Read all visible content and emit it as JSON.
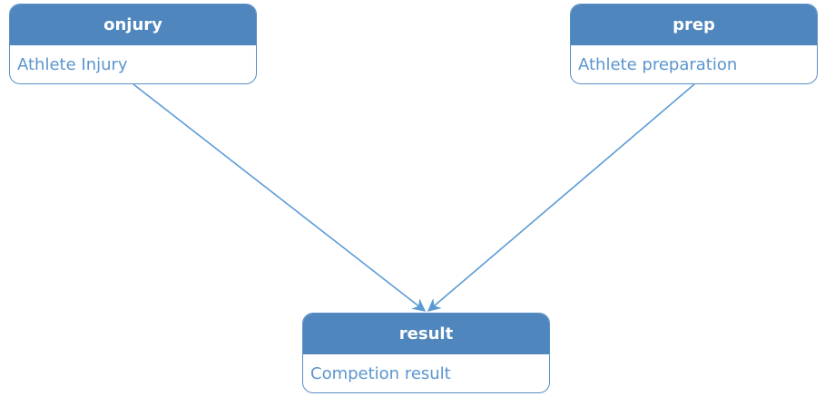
{
  "nodes": {
    "onjury": {
      "name": "onjury",
      "description": "Athlete Injury"
    },
    "prep": {
      "name": "prep",
      "description": "Athlete preparation"
    },
    "result": {
      "name": "result",
      "description": "Competion result"
    }
  },
  "edges": [
    {
      "from": "onjury",
      "to": "result"
    },
    {
      "from": "prep",
      "to": "result"
    }
  ],
  "colors": {
    "header": "#4f86bd",
    "border": "#5b8fc4",
    "description_text": "#5b95cf",
    "edge": "#5b9bd5"
  }
}
